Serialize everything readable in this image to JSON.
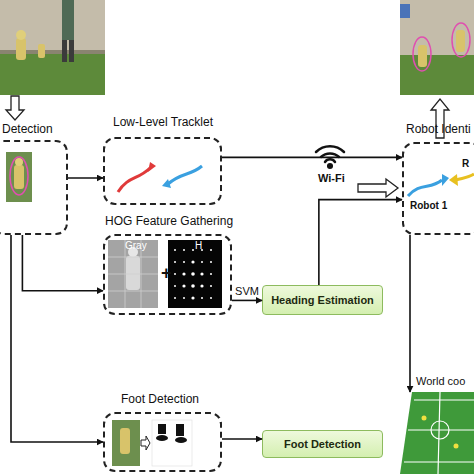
{
  "diagram": {
    "nodes": [
      {
        "text": [
          "Detection"
        ]
      },
      {
        "text": [
          "Low-Level Tracklet"
        ]
      },
      {
        "text": [
          "Robot Identi",
          "Robot 1",
          "R"
        ]
      },
      {
        "text": [
          "HOG Feature Gathering",
          "Gray",
          "+",
          "H"
        ]
      },
      {
        "text": [
          "Heading Estimation"
        ]
      },
      {
        "text": [
          "Foot Detection"
        ]
      },
      {
        "text": [
          "Foot Detection"
        ]
      },
      {
        "text": [
          "World coo"
        ]
      }
    ],
    "edges": [
      {
        "from": 0,
        "to": 1,
        "arrow": "to"
      },
      {
        "from": 1,
        "to": 2,
        "arrow": "to"
      },
      {
        "from": 0,
        "to": 3,
        "arrow": "to"
      },
      {
        "from": 0,
        "to": 5,
        "arrow": "to"
      },
      {
        "from": 3,
        "to": 4,
        "label": "SVM",
        "arrow": "to"
      },
      {
        "from": 4,
        "to": 2,
        "arrow": "to"
      },
      {
        "from": 5,
        "to": 6,
        "arrow": "to"
      },
      {
        "from": 2,
        "to": 7,
        "arrow": "to"
      }
    ],
    "labels": [
      "Wi-Fi"
    ]
  }
}
